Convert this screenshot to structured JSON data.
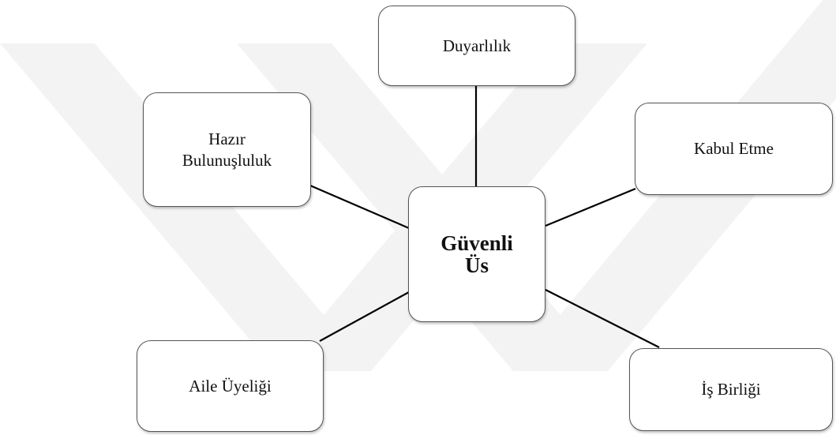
{
  "diagram": {
    "center": {
      "line1": "Güvenli",
      "line2": "Üs"
    },
    "nodes": {
      "top": "Duyarlılık",
      "upper_left_line1": "Hazır",
      "upper_left_line2": "Bulunuşluluk",
      "upper_right": "Kabul Etme",
      "lower_left": "Aile Üyeliği",
      "lower_right": "İş Birliği"
    },
    "colors": {
      "box_border": "#555555",
      "connector": "#000000",
      "watermark": "#f3f3f3"
    }
  }
}
